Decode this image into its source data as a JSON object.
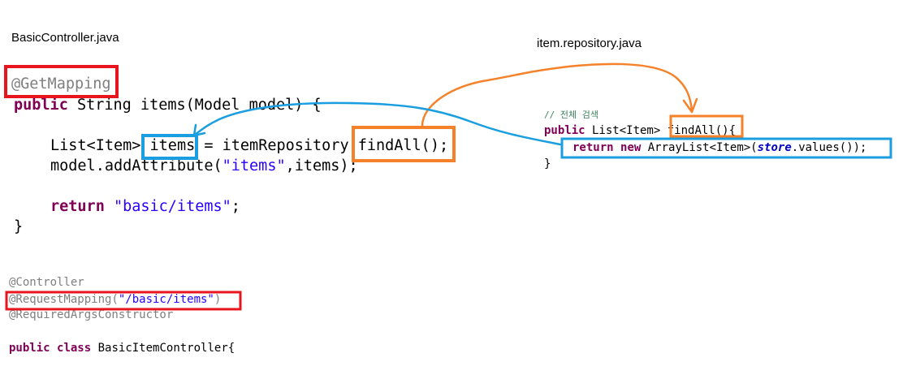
{
  "labels": {
    "controller_file": "BasicController.java",
    "repository_file": "item.repository.java"
  },
  "controller_code": {
    "annotation": "@GetMapping",
    "sig_kw": "public",
    "sig_rest": " String items(Model model) {",
    "list_type": "List<Item> ",
    "list_var": "items",
    "list_assign": " = itemRepository.",
    "find_call": "findAll();",
    "model_prefix": "model.addAttribute(",
    "model_str": "\"items\"",
    "model_suffix": ",items);",
    "return_kw": "return",
    "return_str": "\"basic/items\"",
    "return_semi": ";",
    "close_brace": "}"
  },
  "class_code": {
    "ann_controller": "@Controller",
    "req_prefix": "@RequestMapping(",
    "req_str": "\"/basic/items\"",
    "req_suffix": ")",
    "ann_required": "@RequiredArgsConstructor",
    "class_kw1": "public",
    "class_kw2": "class",
    "class_name": " BasicItemController{"
  },
  "repo_code": {
    "comment": "// 전체 검색",
    "sig_kw": "public",
    "sig_type": " List<Item> ",
    "method": "findAll()",
    "brace_open": "{",
    "return_kw": "return",
    "new_kw": "new",
    "return_mid": " ArrayList<Item>(",
    "store_field": "store",
    "return_end": ".values());",
    "close_brace": "}"
  },
  "colors": {
    "red_box": "#e8141e",
    "orange_box": "#f5822a",
    "blue_box": "#1a9ee0"
  }
}
